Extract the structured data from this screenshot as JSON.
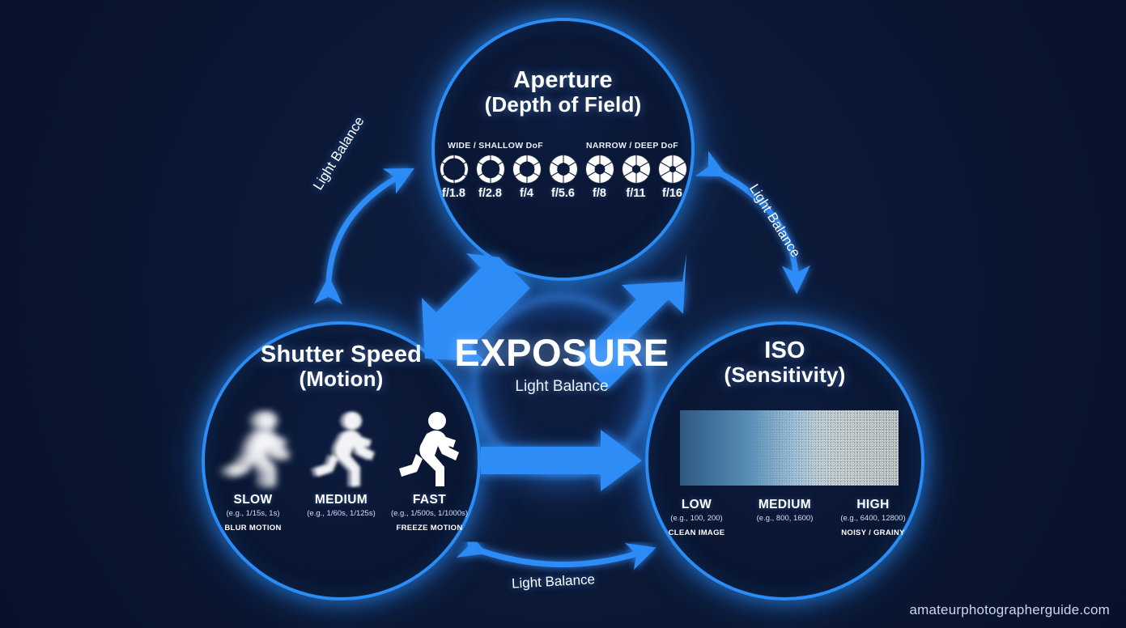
{
  "background_color": "#0b1733",
  "accent_color": "#2a8cf5",
  "center": {
    "title": "EXPOSURE",
    "subtitle": "Light Balance"
  },
  "nodes": {
    "aperture": {
      "title": "Aperture",
      "subtitle": "(Depth of Field)",
      "left_heading": "WIDE / SHALLOW DoF",
      "right_heading": "NARROW / DEEP DoF",
      "stops": [
        {
          "label": "f/1.8",
          "icon": "aperture-icon",
          "openness": 1.0
        },
        {
          "label": "f/2.8",
          "icon": "aperture-icon",
          "openness": 0.8
        },
        {
          "label": "f/4",
          "icon": "aperture-icon",
          "openness": 0.64
        },
        {
          "label": "f/5.6",
          "icon": "aperture-icon",
          "openness": 0.5
        },
        {
          "label": "f/8",
          "icon": "aperture-icon",
          "openness": 0.38
        },
        {
          "label": "f/11",
          "icon": "aperture-icon",
          "openness": 0.26
        },
        {
          "label": "f/16",
          "icon": "aperture-icon",
          "openness": 0.16
        }
      ]
    },
    "shutter": {
      "title": "Shutter Speed",
      "subtitle": "(Motion)",
      "items": [
        {
          "name": "SLOW",
          "example": "(e.g., 1/15s, 1s)",
          "note": "BLUR MOTION",
          "icon": "runner-icon",
          "blur": "heavy"
        },
        {
          "name": "MEDIUM",
          "example": "(e.g., 1/60s, 1/125s)",
          "note": "",
          "icon": "runner-icon",
          "blur": "medium"
        },
        {
          "name": "FAST",
          "example": "(e.g., 1/500s, 1/1000s)",
          "note": "FREEZE MOTION",
          "icon": "runner-icon",
          "blur": "none"
        }
      ]
    },
    "iso": {
      "title": "ISO",
      "subtitle": "(Sensitivity)",
      "gradient_description": "noise-gradient-bar",
      "items": [
        {
          "name": "LOW",
          "example": "(e.g., 100, 200)",
          "note": "CLEAN IMAGE"
        },
        {
          "name": "MEDIUM",
          "example": "(e.g., 800, 1600)",
          "note": ""
        },
        {
          "name": "HIGH",
          "example": "(e.g., 6400, 12800)",
          "note": "NOISY / GRAINY"
        }
      ]
    }
  },
  "arcs": {
    "left_label": "Light Balance",
    "right_label": "Light Balance",
    "bottom_label": "Light Balance"
  },
  "watermark": "amateurphotographerguide.com"
}
